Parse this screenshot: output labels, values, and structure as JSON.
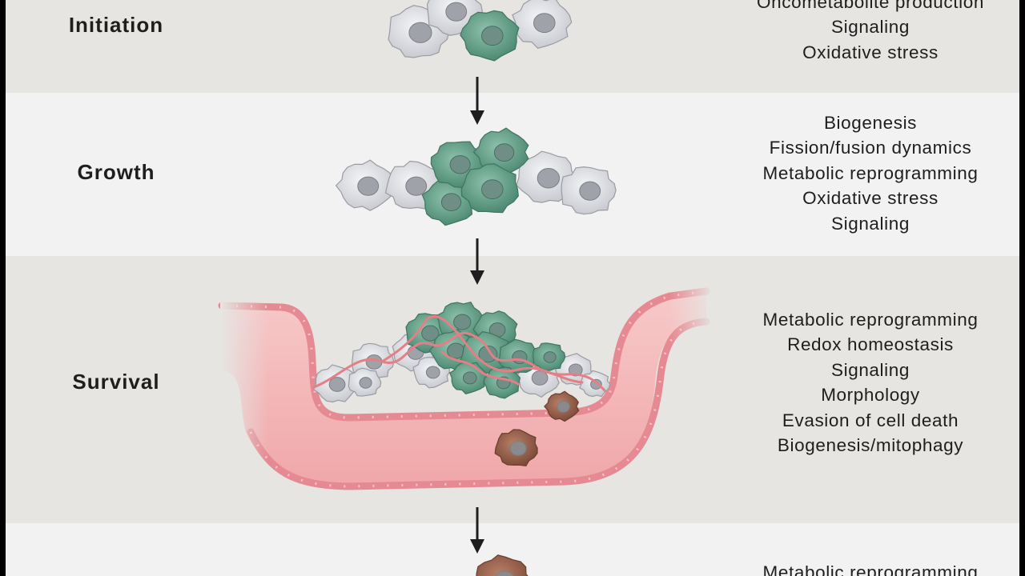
{
  "stages": [
    {
      "label": "Initiation",
      "properties": [
        "Oncometabolite production",
        "Signaling",
        "Oxidative stress"
      ]
    },
    {
      "label": "Growth",
      "properties": [
        "Biogenesis",
        "Fission/fusion dynamics",
        "Metabolic reprogramming",
        "Oxidative stress",
        "Signaling"
      ]
    },
    {
      "label": "Survival",
      "properties": [
        "Metabolic reprogramming",
        "Redox homeostasis",
        "Signaling",
        "Morphology",
        "Evasion of cell death",
        "Biogenesis/mitophagy"
      ]
    },
    {
      "label": "",
      "properties": [
        "Metabolic reprogramming"
      ]
    }
  ],
  "colors": {
    "normal_cell": "#d9dade",
    "tumor_cell": "#5c9a84",
    "vessel": "#f4b9b9",
    "vessel_wall": "#e58a92",
    "macrophage": "#8f5a45",
    "arrow": "#1e1e1e"
  }
}
